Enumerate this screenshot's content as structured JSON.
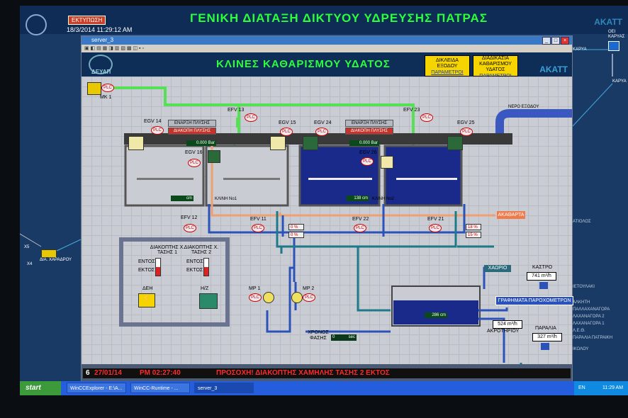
{
  "outer": {
    "title": "ΓΕΝΙΚΗ ΔΙΑΤΑΞΗ ΔΙΚΤΥΟΥ ΥΔΡΕΥΣΗΣ ΠΑΤΡΑΣ",
    "print_button": "ΕΚΤΥΠΩΣΗ",
    "datetime": "18/3/2014 11:29:12 AM",
    "brand": "AKATT",
    "right_device_label": "ΟΕΙ ΚΑΡΥΑΣ",
    "right_device_side": "ΚΑΡΥΑ",
    "right_label2": "ΚΑΡΥΑ",
    "left_station_label": "ΔΙΑ. ΧΑΡΑΔΡΟΥ",
    "left_x5": "X5",
    "left_x4": "X4"
  },
  "window": {
    "title": "server_3",
    "org_logo": "ΔΕΥΑΠ",
    "header_title": "ΚΛΙΝΕΣ ΚΑΘΑΡΙΣΜΟΥ ΥΔΑΤΟΣ",
    "box1": {
      "title": "ΔΙΚΛΕΙΔΑ ΕΞΟΔΟΥ",
      "link": "ΠΑΡΑΜΕΤΡΟΙ"
    },
    "box2": {
      "title": "ΔΙΑΔΙΚΑΣΙΑ ΚΑΘΑΡΙΣΜΟΥ ΥΔΑΤΟΣ",
      "link": "ΠΑΡΑΜΕΤΡΟΙ"
    },
    "brand": "AKATT"
  },
  "plant": {
    "mk1": "MK 1",
    "plc": "PLC",
    "valves": {
      "egv14": "EGV 14",
      "efv13": "EFV 13",
      "egv15": "EGV 15",
      "egv24": "EGV 24",
      "efv23": "EFV 23",
      "egv25": "EGV 25",
      "egv16": "EGV 16",
      "egv26": "EGV 26",
      "efv12": "EFV 12",
      "efv11": "EFV 11",
      "efv22": "EFV 22",
      "efv21": "EFV 21"
    },
    "start_wash": "ΕΝΑΡΞΗ ΠΛΥΣΗΣ",
    "stop_wash": "ΔΙΑΚΟΠΗ ΠΛΥΣΗΣ",
    "readouts": {
      "bed1_pressure": "0.000 Bar",
      "bed2_pressure": "0.000 Bar",
      "bed1_level": "cm",
      "bed2_level": "138 cm",
      "tank_level": "286 cm"
    },
    "bed1": "ΚΛΙΝΗ No1",
    "bed2": "ΚΛΙΝΗ No2",
    "outlet_water": "ΝΕΡΟ ΕΞΟΔΟΥ",
    "dirty": "ΑΚΑΘΑΡΤΑ",
    "tank": "ΧΑΩΡΙΟ",
    "pct": {
      "efv11": "0 %",
      "efv11b": "0 %",
      "efv21": "18 %",
      "efv21b": "15 %"
    },
    "switch1": "ΔΙΑΚΟΠΤΗΣ Χ. ΤΑΣΗΣ 1",
    "switch2": "ΔΙΑΚΟΠΤΗΣ Χ. ΤΑΣΗΣ 2",
    "on": "ΕΝΤΟΣ",
    "off": "ΕΚΤΟΣ",
    "deh": "ΔΕΗ",
    "gen": "H/Z",
    "mp1": "MP 1",
    "mp2": "MP 2",
    "phase_time_label": "ΧΡΟΝΟΣ ΦΑΣΗΣ",
    "phase_time_value": "0",
    "phase_time_unit": "sec",
    "flow_chart_btn": "ΓΡΑΦΗΜΑΤΑ ΠΑΡΟΧΟΜΕΤΡΩΝ",
    "kastro": "ΚΑΣΤΡΟ",
    "kastro_value": "741",
    "akrotiri": "ΑΚΡΟΤΗΡΙΟΥ",
    "akrotiri_value": "524",
    "paralia": "ΠΑΡΑΛΙΑ",
    "paralia_value": "327",
    "flow_unit": "m³/h",
    "right_list": [
      "ΑΤΙΟΛΟΣ",
      "ΙΕΤΟΥΛΑΚΙ",
      "ΑΛΚΗΤΗ",
      "ΠΑΛΛΑΧΑΝΑΓΟΡΑ",
      "ΛΑΧΑΝΑΓΟΡΑ 2",
      "ΛΑΧΑΝΑΓΟΡΑ 1",
      "Λ.Ε.Θ.",
      "ΠΑΡΑΛΙΑ ΠΑΤΡΑΙΚΗ",
      "ΙΚΟΛΟΥ"
    ]
  },
  "status": {
    "indicator": "6",
    "date": "27/01/14",
    "time": "PM 02:27:40",
    "message": "ΠΡΟΣΟΧΗ! ΔΙΑΚΟΠΤΗΣ ΧΑΜΗΛΗΣ ΤΑΣΗΣ 2 ΕΚΤΟΣ"
  },
  "taskbar": {
    "start": "start",
    "tasks": [
      "WinCCExplorer - E:\\A...",
      "WinCC-Runtime - ...",
      "server_3"
    ],
    "lang": "EN",
    "clock": "11:29 AM"
  },
  "colors": {
    "accent_green": "#2aff3a",
    "pipe_blue": "#2a52b8",
    "pipe_teal": "#1e7a8a",
    "pipe_green": "#55e055",
    "alarm_red": "#ff2a2a"
  }
}
